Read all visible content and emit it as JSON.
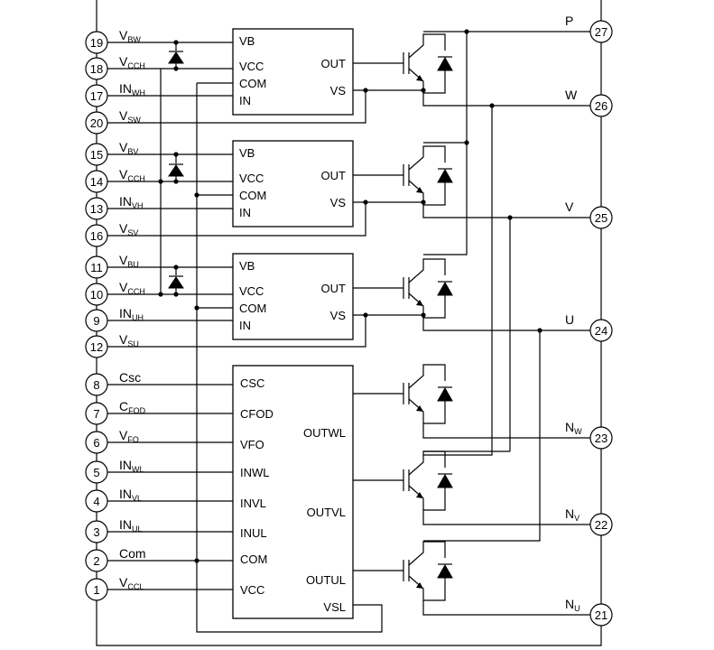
{
  "left_pins": [
    {
      "num": "19",
      "label": "V",
      "sub": "BW"
    },
    {
      "num": "18",
      "label": "V",
      "sub": "CCH"
    },
    {
      "num": "17",
      "label": "IN",
      "sub": "WH"
    },
    {
      "num": "20",
      "label": "V",
      "sub": "SW"
    },
    {
      "num": "15",
      "label": "V",
      "sub": "BV"
    },
    {
      "num": "14",
      "label": "V",
      "sub": "CCH"
    },
    {
      "num": "13",
      "label": "IN",
      "sub": "VH"
    },
    {
      "num": "16",
      "label": "V",
      "sub": "SV"
    },
    {
      "num": "11",
      "label": "V",
      "sub": "BU"
    },
    {
      "num": "10",
      "label": "V",
      "sub": "CCH"
    },
    {
      "num": "9",
      "label": "IN",
      "sub": "UH"
    },
    {
      "num": "12",
      "label": "V",
      "sub": "SU"
    },
    {
      "num": "8",
      "label": "Csc",
      "sub": ""
    },
    {
      "num": "7",
      "label": "C",
      "sub": "FOD"
    },
    {
      "num": "6",
      "label": "V",
      "sub": "FO"
    },
    {
      "num": "5",
      "label": "IN",
      "sub": "WL"
    },
    {
      "num": "4",
      "label": "IN",
      "sub": "VL"
    },
    {
      "num": "3",
      "label": "IN",
      "sub": "UL"
    },
    {
      "num": "2",
      "label": "Com",
      "sub": ""
    },
    {
      "num": "1",
      "label": "V",
      "sub": "CCL"
    }
  ],
  "right_pins": [
    {
      "num": "27",
      "label": "P",
      "sub": ""
    },
    {
      "num": "26",
      "label": "W",
      "sub": ""
    },
    {
      "num": "25",
      "label": "V",
      "sub": ""
    },
    {
      "num": "24",
      "label": "U",
      "sub": ""
    },
    {
      "num": "23",
      "label": "N",
      "sub": "W"
    },
    {
      "num": "22",
      "label": "N",
      "sub": "V"
    },
    {
      "num": "21",
      "label": "N",
      "sub": "U"
    }
  ],
  "high_side_block": {
    "vb": "VB",
    "vcc": "VCC",
    "com": "COM",
    "in": "IN",
    "out": "OUT",
    "vs": "VS"
  },
  "low_side_block": {
    "csc": "CSC",
    "cfod": "CFOD",
    "vfo": "VFO",
    "inwl": "INWL",
    "invl": "INVL",
    "inul": "INUL",
    "com": "COM",
    "vcc": "VCC",
    "outwl": "OUTWL",
    "outvl": "OUTVL",
    "outul": "OUTUL",
    "vsl": "VSL"
  }
}
